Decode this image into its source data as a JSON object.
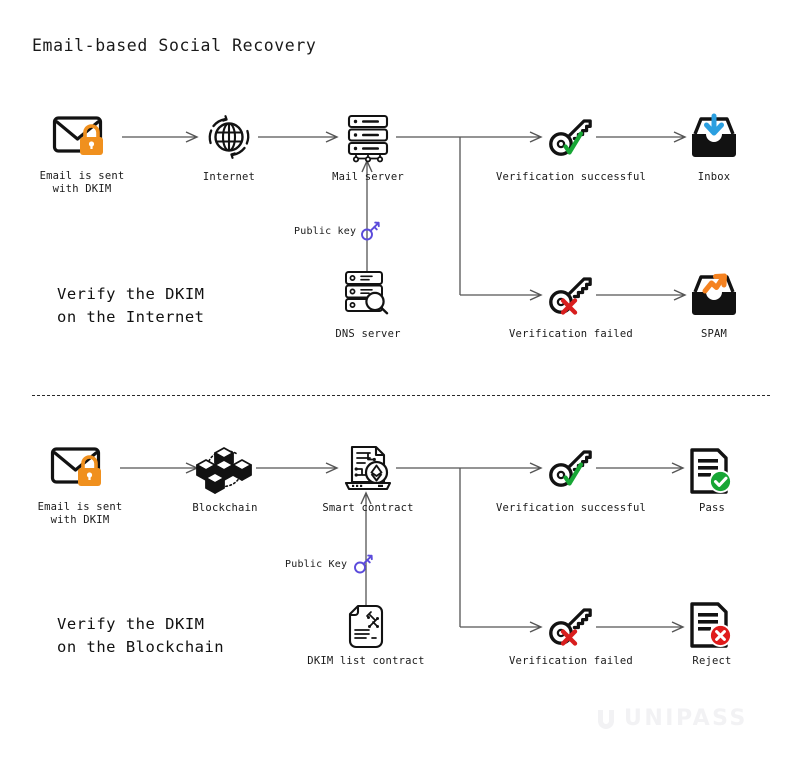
{
  "page": {
    "title": "Email-based Social Recovery",
    "background": "#ffffff",
    "watermark": "UNIPASS"
  },
  "colors": {
    "ink": "#1a1a1a",
    "arrow": "#555555",
    "orange": "#f0901e",
    "green": "#17a635",
    "red": "#d81e1e",
    "blue": "#2b9fe0",
    "purple": "#5b4bdb",
    "watermark": "#f2f2f4"
  },
  "sections": [
    {
      "id": "internet",
      "heading": "Verify the DKIM\non the Internet",
      "nodes": {
        "source": {
          "label": "Email is sent\nwith DKIM",
          "icon": "envelope-lock-icon"
        },
        "transport": {
          "label": "Internet",
          "icon": "globe-icon"
        },
        "processor": {
          "label": "Mail server",
          "icon": "mail-server-icon"
        },
        "registry": {
          "label": "DNS server",
          "icon": "dns-server-icon"
        },
        "key_label": "Public key",
        "key_icon": "public-key-icon",
        "success": {
          "label": "Verification successful",
          "icon": "key-check-icon"
        },
        "failure": {
          "label": "Verification failed",
          "icon": "key-cross-icon"
        },
        "success_result": {
          "label": "Inbox",
          "icon": "inbox-icon"
        },
        "failure_result": {
          "label": "SPAM",
          "icon": "spam-tray-icon"
        }
      }
    },
    {
      "id": "blockchain",
      "heading": "Verify the DKIM\non the Blockchain",
      "nodes": {
        "source": {
          "label": "Email is sent\nwith DKIM",
          "icon": "envelope-lock-icon"
        },
        "transport": {
          "label": "Blockchain",
          "icon": "blockchain-icon"
        },
        "processor": {
          "label": "Smart contract",
          "icon": "smart-contract-icon"
        },
        "registry": {
          "label": "DKIM list contract",
          "icon": "dkim-list-contract-icon"
        },
        "key_label": "Public Key",
        "key_icon": "public-key-icon",
        "success": {
          "label": "Verification successful",
          "icon": "key-check-icon"
        },
        "failure": {
          "label": "Verification failed",
          "icon": "key-cross-icon"
        },
        "success_result": {
          "label": "Pass",
          "icon": "document-check-icon"
        },
        "failure_result": {
          "label": "Reject",
          "icon": "document-cross-icon"
        }
      }
    }
  ]
}
